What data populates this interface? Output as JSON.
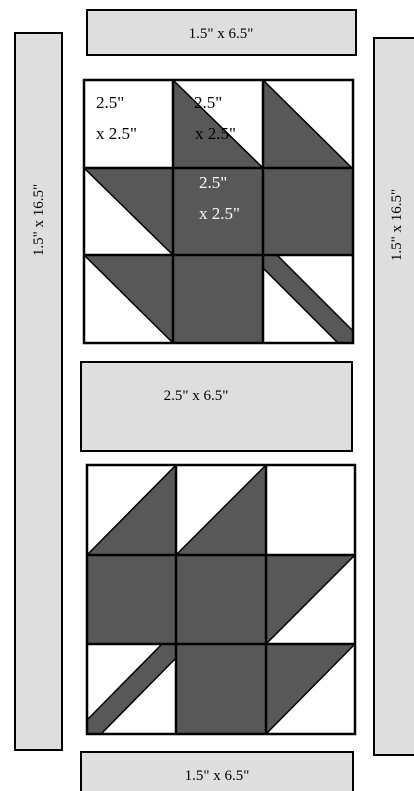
{
  "labels": {
    "top_strip": "1.5\" x 6.5\"",
    "left_strip": "1.5\" x 16.5\"",
    "right_strip": "1.5\" x 16.5\"",
    "middle_strip": "2.5\" x 6.5\"",
    "bottom_strip": "1.5\" x 6.5\"",
    "cell_1_line1": "2.5\"",
    "cell_1_line2": "x 2.5\"",
    "cell_2_line1": "2.5\"",
    "cell_2_line2": "x 2.5\"",
    "cell_5_line1": "2.5\"",
    "cell_5_line2": "x 2.5\""
  },
  "colors": {
    "strip_fill": "#dedede",
    "leaf_fill": "#585858",
    "background": "#ffffff"
  }
}
